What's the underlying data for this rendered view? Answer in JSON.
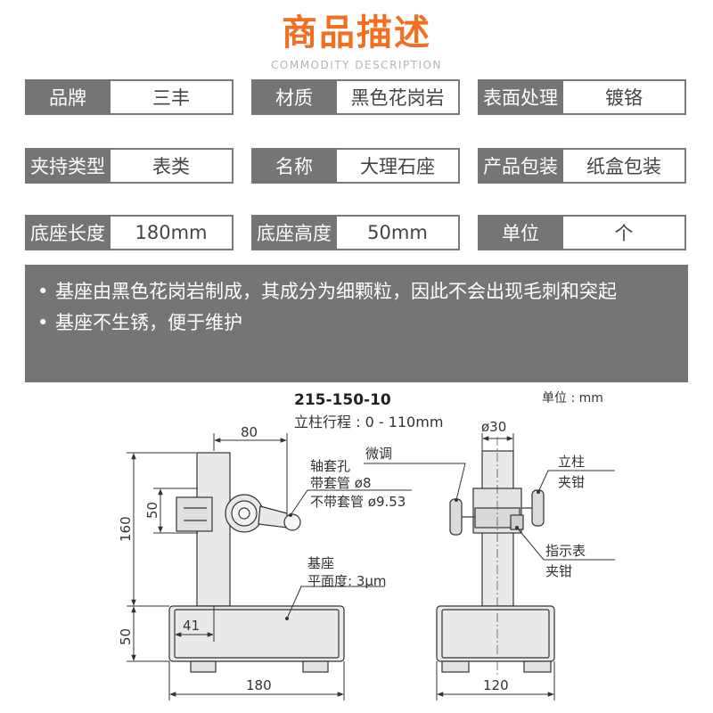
{
  "header": {
    "title": "商品描述",
    "subtitle": "COMMODITY DESCRIPTION"
  },
  "specs": [
    {
      "key": "品牌",
      "value": "三丰"
    },
    {
      "key": "材质",
      "value": "黑色花岗岩"
    },
    {
      "key": "表面处理",
      "value": "镀铬"
    },
    {
      "key": "夹持类型",
      "value": "表类"
    },
    {
      "key": "名称",
      "value": "大理石座"
    },
    {
      "key": "产品包装",
      "value": "纸盒包装"
    },
    {
      "key": "底座长度",
      "value": "180mm"
    },
    {
      "key": "底座高度",
      "value": "50mm"
    },
    {
      "key": "单位",
      "value": "个"
    }
  ],
  "notes": [
    "基座由黑色花岗岩制成，其成分为细颗粒，因此不会出现毛刺和突起",
    "基座不生锈，便于维护"
  ],
  "drawing": {
    "model": "215-150-10",
    "stroke": "立柱行程 : 0 - 110mm",
    "unit": "单位 : mm",
    "dims": {
      "d80": "80",
      "d50": "50",
      "d160": "160",
      "d50b": "50",
      "d41": "41",
      "d180": "180",
      "d120": "120",
      "d30": "ø30"
    },
    "labels": {
      "sleeve_hole": "轴套孔",
      "with_sleeve": "带套管 ø8",
      "without_sleeve": "不带套管 ø9.53",
      "base": "基座",
      "flatness": "平面度: 3μm",
      "fine_adjust": "微调",
      "column": "立柱",
      "clamp": "夹钳",
      "indicator": "指示表",
      "clamp2": "夹钳"
    }
  }
}
